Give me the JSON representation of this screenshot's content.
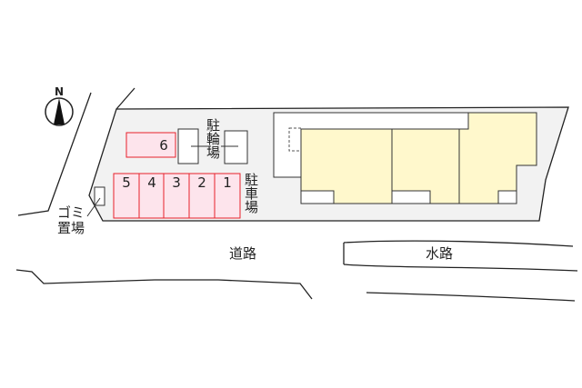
{
  "compass": {
    "label": "N"
  },
  "colors": {
    "lot_fill": "#f2f2f2",
    "building_fill": "#fff8cc",
    "parking_fill": "#fde4ec",
    "parking_border": "#e8202a",
    "line": "#222222"
  },
  "labels": {
    "bike_parking": "駐輪場",
    "car_parking": "駐車場",
    "garbage": "ゴミ置場",
    "garbage_line1": "ゴミ",
    "garbage_line2": "置場",
    "road": "道路",
    "waterway": "水路"
  },
  "parking": {
    "spaces": [
      {
        "number": "6"
      },
      {
        "number": "5"
      },
      {
        "number": "4"
      },
      {
        "number": "3"
      },
      {
        "number": "2"
      },
      {
        "number": "1"
      }
    ]
  }
}
